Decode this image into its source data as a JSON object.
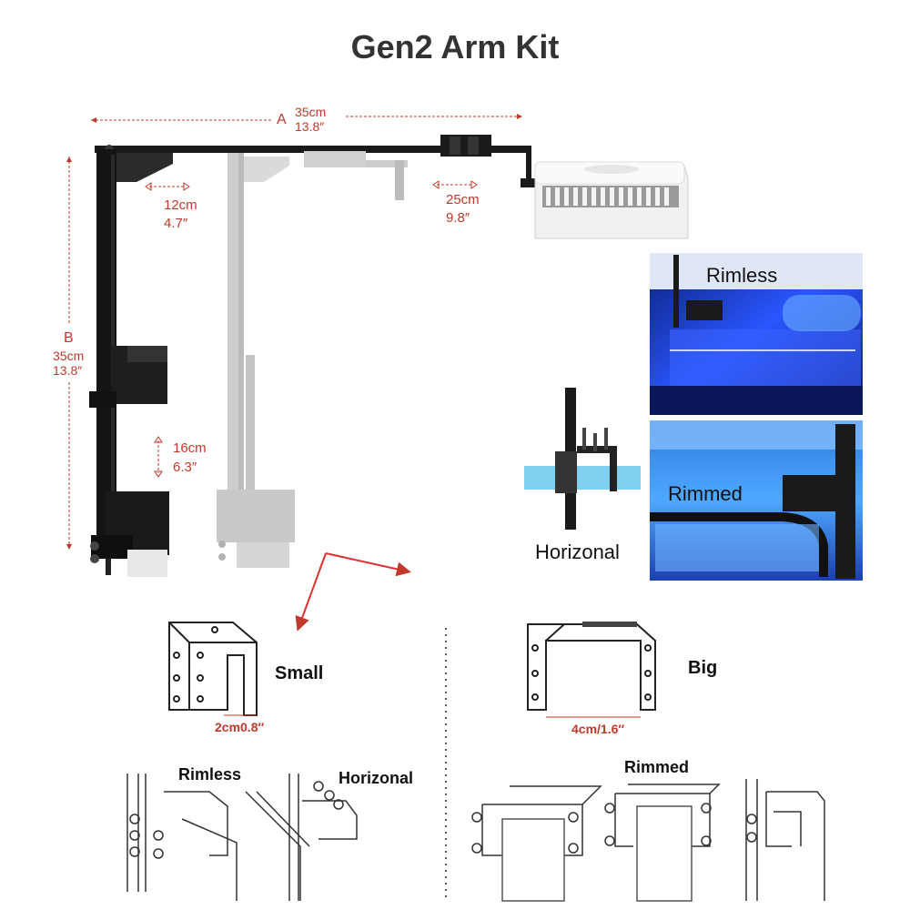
{
  "title": "Gen2 Arm Kit",
  "dimensions": {
    "a_label": "A",
    "a_cm": "35cm",
    "a_in": "13.8″",
    "b_label": "B",
    "b_cm": "35cm",
    "b_in": "13.8″",
    "slide1_cm": "12cm",
    "slide1_in": "4.7″",
    "slide2_cm": "25cm",
    "slide2_in": "9.8″",
    "vert_cm": "16cm",
    "vert_in": "6.3″"
  },
  "photos": {
    "rimless": "Rimless",
    "rimmed": "Rimmed",
    "horizontal": "Horizonal"
  },
  "brackets": {
    "small_label": "Small",
    "small_width": "2cm0.8″",
    "big_label": "Big",
    "big_width": "4cm/1.6″"
  },
  "mounts": {
    "rimless": "Rimless",
    "horizontal": "Horizonal",
    "rimmed": "Rimmed"
  },
  "colors": {
    "dimension_red": "#c0392b",
    "arm_black": "#1a1a1a",
    "arm_ghost": "#c8c8c8",
    "tank_blue": "#1e3fd0"
  }
}
